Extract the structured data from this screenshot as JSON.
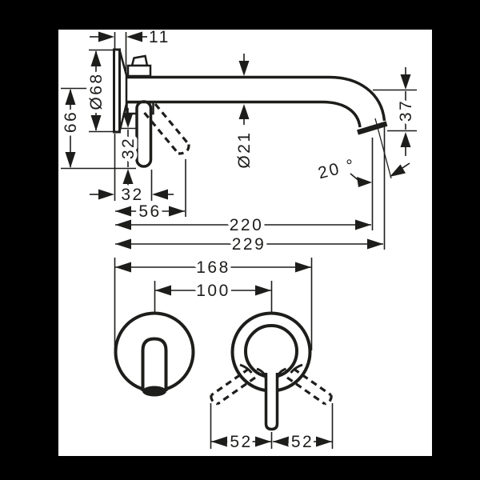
{
  "drawing": {
    "product": "wall-mounted single-lever basin mixer dimensional drawing",
    "background_color": "#000000",
    "canvas_color": "#ffffff",
    "line_color": "#1d1d1b"
  },
  "side_view": {
    "escutcheon_depth_mm": "11",
    "escutcheon_diameter": "Ø68",
    "center_to_handle_bottom_mm": "66",
    "handle_drop_mm": "32",
    "handle_projection_mm": "32",
    "handle_reach_mm": "56",
    "spout_reach_mm": "220",
    "total_projection_mm": "229",
    "spout_diameter": "Ø21",
    "outlet_drop_mm": "37",
    "outlet_angle": "20 °"
  },
  "front_view": {
    "overall_width_mm": "168",
    "hole_centers_mm": "100",
    "swing_left_mm": "52",
    "swing_right_mm": "52"
  }
}
